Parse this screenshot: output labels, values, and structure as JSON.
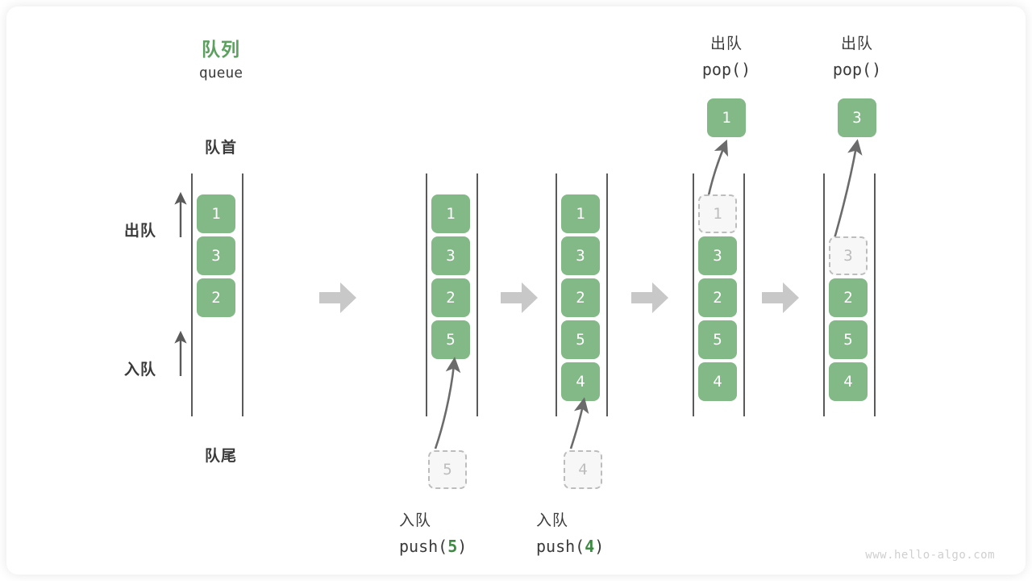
{
  "diagram": {
    "title_cn": "队列",
    "title_en": "queue",
    "front_label": "队首",
    "rear_label": "队尾",
    "dequeue_side_label": "出队",
    "enqueue_side_label": "入队",
    "watermark": "www.hello-algo.com",
    "accent_color": "#5ba05f",
    "cell_color": "#82b987",
    "ghost_color": "#bdbdbd",
    "arrow_color": "#c8c8c8"
  },
  "steps": [
    {
      "id": "initial",
      "cells": [
        "1",
        "3",
        "2"
      ],
      "ghost_index": null,
      "op_cn": "",
      "op_code": "",
      "op_arg": "",
      "incoming": null,
      "popped": null
    },
    {
      "id": "push-5",
      "cells": [
        "1",
        "3",
        "2",
        "5"
      ],
      "ghost_index": null,
      "op_cn": "入队",
      "op_code_pre": "push(",
      "op_arg": "5",
      "op_code_post": ")",
      "incoming": "5",
      "popped": null
    },
    {
      "id": "push-4",
      "cells": [
        "1",
        "3",
        "2",
        "5",
        "4"
      ],
      "ghost_index": null,
      "op_cn": "入队",
      "op_code_pre": "push(",
      "op_arg": "4",
      "op_code_post": ")",
      "incoming": "4",
      "popped": null
    },
    {
      "id": "pop-1",
      "cells": [
        "1",
        "3",
        "2",
        "5",
        "4"
      ],
      "ghost_index": 0,
      "op_cn": "出队",
      "op_code_pre": "pop(",
      "op_arg": "",
      "op_code_post": ")",
      "incoming": null,
      "popped": "1"
    },
    {
      "id": "pop-3",
      "cells": [
        "",
        "3",
        "2",
        "5",
        "4"
      ],
      "ghost_index": 1,
      "op_cn": "出队",
      "op_code_pre": "pop(",
      "op_arg": "",
      "op_code_post": ")",
      "incoming": null,
      "popped": "3"
    }
  ]
}
